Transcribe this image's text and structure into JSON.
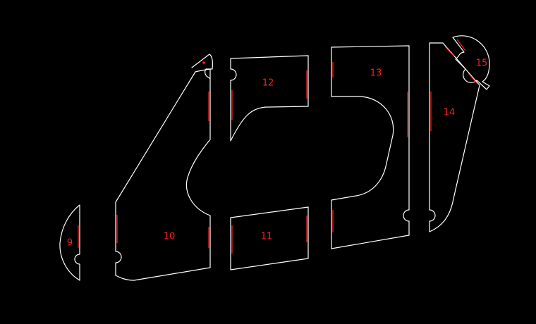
{
  "colors": {
    "background": "#000000",
    "outline": "#ffffff",
    "annotation": "#ff2020"
  },
  "parts": [
    {
      "id": "9",
      "label": "9"
    },
    {
      "id": "10",
      "label": "10"
    },
    {
      "id": "11",
      "label": "11"
    },
    {
      "id": "12",
      "label": "12"
    },
    {
      "id": "13",
      "label": "13"
    },
    {
      "id": "14",
      "label": "14"
    },
    {
      "id": "15",
      "label": "15"
    }
  ]
}
